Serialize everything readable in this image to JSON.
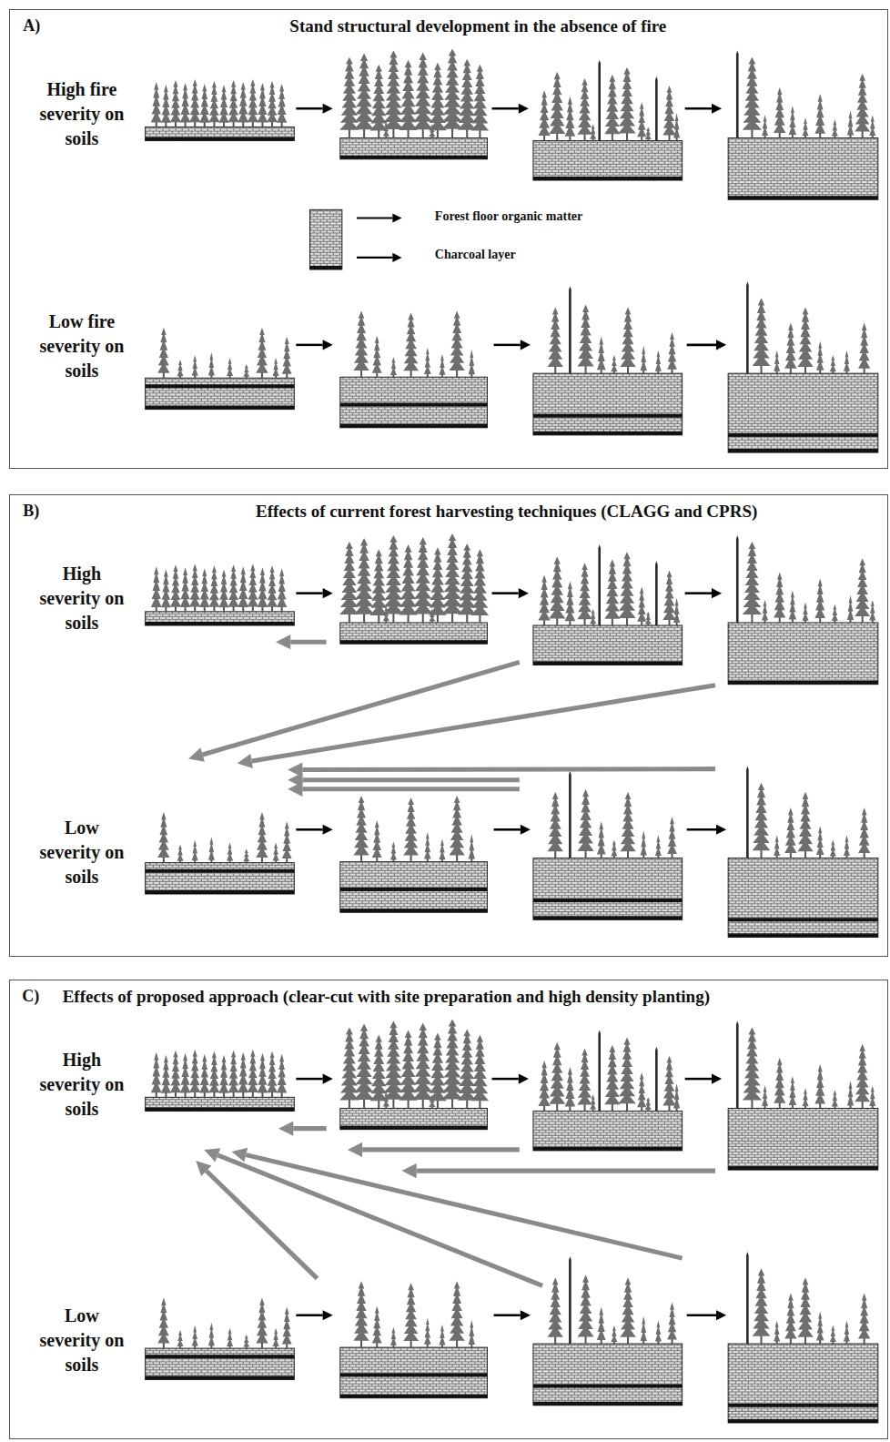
{
  "diagram": {
    "nodes": [
      {
        "text": [
          "A)",
          "Stand structural development in the absence of fire",
          "High fire severity on soils",
          "Low fire severity on soils"
        ]
      },
      {
        "text": [
          "B)",
          "Effects of current forest harvesting techniques (CLAGG and CPRS)",
          "High severity on soils",
          "Low severity on soils"
        ]
      },
      {
        "text": [
          "C)",
          "Effects of proposed approach (clear-cut with site preparation and high density planting)",
          "High severity on soils",
          "Low severity on soils"
        ]
      }
    ],
    "legend": [
      {
        "text": "Forest floor organic matter"
      },
      {
        "text": "Charcoal layer"
      }
    ]
  }
}
